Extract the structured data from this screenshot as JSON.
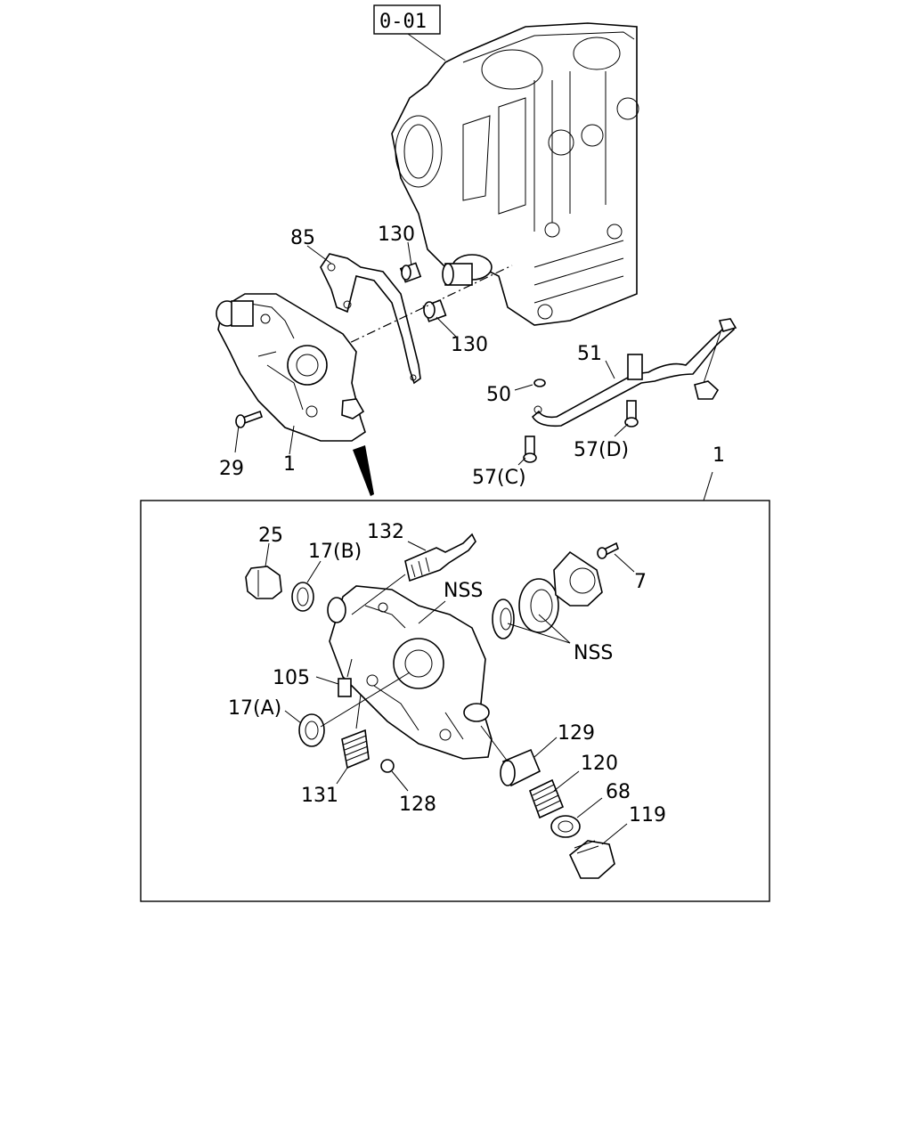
{
  "reference_box": "0-01",
  "labels": {
    "l85": "85",
    "l130a": "130",
    "l130b": "130",
    "l51": "51",
    "l50": "50",
    "l57d": "57(D)",
    "l57c": "57(C)",
    "l29": "29",
    "l1a": "1",
    "l1b": "1",
    "l25": "25",
    "l17b": "17(B)",
    "l132": "132",
    "lnss1": "NSS",
    "l7": "7",
    "lnss2": "NSS",
    "l105": "105",
    "l17a": "17(A)",
    "l129": "129",
    "l120": "120",
    "l68": "68",
    "l119": "119",
    "l131": "131",
    "l128": "128"
  }
}
